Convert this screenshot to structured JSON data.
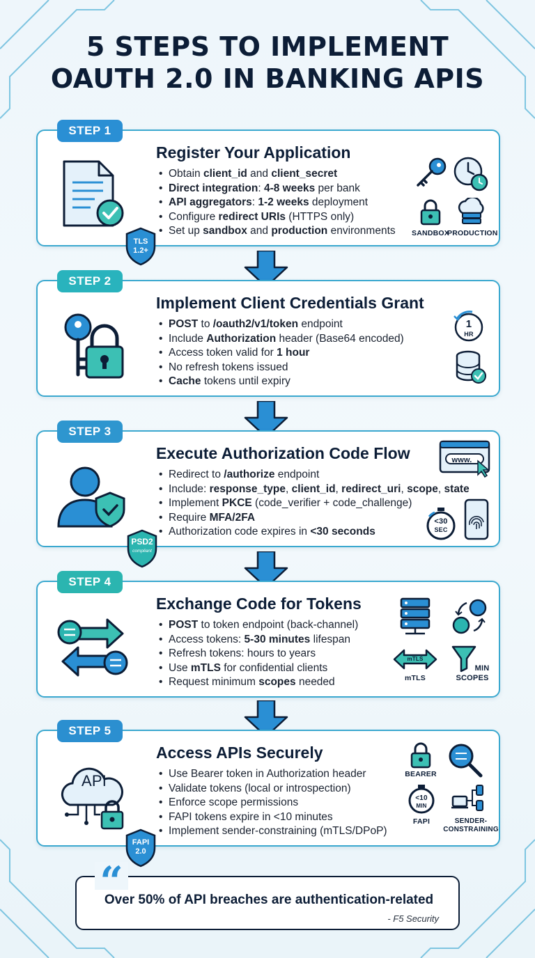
{
  "title": {
    "line1": "5 STEPS TO IMPLEMENT",
    "line2": "OAUTH 2.0 IN BANKING APIS"
  },
  "colors": {
    "navy": "#0c1d36",
    "blue": "#2a8fd4",
    "teal": "#29b3bd",
    "border": "#3aa8cf"
  },
  "steps": [
    {
      "badge": "STEP 1",
      "title": "Register Your Application",
      "main_icon": "document-check-icon",
      "bullets": [
        [
          {
            "t": "Obtain "
          },
          {
            "t": "client_id",
            "b": true
          },
          {
            "t": " and "
          },
          {
            "t": "client_secret",
            "b": true
          }
        ],
        [
          {
            "t": "Direct integration",
            "b": true
          },
          {
            "t": ": "
          },
          {
            "t": "4-8 weeks",
            "b": true
          },
          {
            "t": " per bank"
          }
        ],
        [
          {
            "t": "API aggregators",
            "b": true
          },
          {
            "t": ": "
          },
          {
            "t": "1-2 weeks",
            "b": true
          },
          {
            "t": " deployment"
          }
        ],
        [
          {
            "t": "Configure "
          },
          {
            "t": "redirect URIs",
            "b": true
          },
          {
            "t": " (HTTPS only)"
          }
        ],
        [
          {
            "t": "Set up "
          },
          {
            "t": "sandbox",
            "b": true
          },
          {
            "t": " and "
          },
          {
            "t": "production",
            "b": true
          },
          {
            "t": " environments"
          }
        ]
      ],
      "side_labels": {
        "sandbox": "SANDBOX",
        "production": "PRODUCTION"
      },
      "shield": {
        "line1": "TLS",
        "line2": "1.2+"
      }
    },
    {
      "badge": "STEP 2",
      "title": "Implement Client Credentials Grant",
      "main_icon": "key-lock-icon",
      "bullets": [
        [
          {
            "t": "POST",
            "b": true
          },
          {
            "t": " to "
          },
          {
            "t": "/oauth2/v1/token",
            "b": true
          },
          {
            "t": " endpoint"
          }
        ],
        [
          {
            "t": "Include "
          },
          {
            "t": "Authorization",
            "b": true
          },
          {
            "t": " header (Base64 encoded)"
          }
        ],
        [
          {
            "t": "Access token valid for "
          },
          {
            "t": "1 hour",
            "b": true
          }
        ],
        [
          {
            "t": "No refresh tokens issued"
          }
        ],
        [
          {
            "t": "Cache",
            "b": true
          },
          {
            "t": " tokens until expiry"
          }
        ]
      ],
      "side_labels": {
        "timer_top": "1",
        "timer_bottom": "HR"
      }
    },
    {
      "badge": "STEP 3",
      "title": "Execute Authorization Code Flow",
      "main_icon": "user-shield-icon",
      "bullets": [
        [
          {
            "t": "Redirect to "
          },
          {
            "t": "/authorize",
            "b": true
          },
          {
            "t": " endpoint"
          }
        ],
        [
          {
            "t": "Include: "
          },
          {
            "t": "response_type",
            "b": true
          },
          {
            "t": ", "
          },
          {
            "t": "client_id",
            "b": true
          },
          {
            "t": ", "
          },
          {
            "t": "redirect_uri",
            "b": true
          },
          {
            "t": ", "
          },
          {
            "t": "scope",
            "b": true
          },
          {
            "t": ", "
          },
          {
            "t": "state",
            "b": true
          }
        ],
        [
          {
            "t": "Implement "
          },
          {
            "t": "PKCE",
            "b": true
          },
          {
            "t": " (code_verifier + code_challenge)"
          }
        ],
        [
          {
            "t": "Require "
          },
          {
            "t": "MFA/2FA",
            "b": true
          }
        ],
        [
          {
            "t": "Authorization code expires in "
          },
          {
            "t": "<30 seconds",
            "b": true
          }
        ]
      ],
      "side_labels": {
        "browser": "www.",
        "timer_top": "<30",
        "timer_bottom": "SEC"
      },
      "shield": {
        "line1": "PSD2",
        "line2": "compliant"
      }
    },
    {
      "badge": "STEP 4",
      "title": "Exchange Code for Tokens",
      "main_icon": "exchange-arrows-icon",
      "bullets": [
        [
          {
            "t": "POST",
            "b": true
          },
          {
            "t": " to token endpoint (back-channel)"
          }
        ],
        [
          {
            "t": "Access tokens: "
          },
          {
            "t": "5-30 minutes",
            "b": true
          },
          {
            "t": " lifespan"
          }
        ],
        [
          {
            "t": "Refresh tokens: hours to years"
          }
        ],
        [
          {
            "t": "Use "
          },
          {
            "t": "mTLS",
            "b": true
          },
          {
            "t": " for confidential clients"
          }
        ],
        [
          {
            "t": "Request minimum "
          },
          {
            "t": "scopes",
            "b": true
          },
          {
            "t": " needed"
          }
        ]
      ],
      "side_labels": {
        "mtls_arrow": "mTLS",
        "mtls": "mTLS",
        "min": "MIN",
        "scopes": "SCOPES"
      }
    },
    {
      "badge": "STEP 5",
      "title": "Access APIs Securely",
      "main_icon": "api-cloud-lock-icon",
      "bullets": [
        [
          {
            "t": "Use Bearer token in Authorization header"
          }
        ],
        [
          {
            "t": "Validate tokens (local or introspection)"
          }
        ],
        [
          {
            "t": "Enforce scope permissions"
          }
        ],
        [
          {
            "t": "FAPI tokens expire in <10 minutes"
          }
        ],
        [
          {
            "t": "Implement sender-constraining (mTLS/DPoP)"
          }
        ]
      ],
      "side_labels": {
        "bearer": "BEARER",
        "fapi": "FAPI",
        "timer_top": "<10",
        "timer_bottom": "MIN",
        "sender1": "SENDER-",
        "sender2": "CONSTRAINING",
        "api": "API"
      },
      "shield": {
        "line1": "FAPI",
        "line2": "2.0"
      }
    }
  ],
  "quote": {
    "mark": "“",
    "text": "Over 50% of API breaches are authentication-related",
    "source": "- F5 Security"
  }
}
